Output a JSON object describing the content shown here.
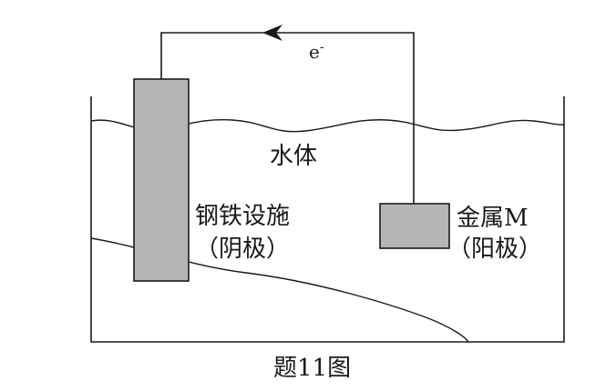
{
  "figure": {
    "electron_label": "e",
    "electron_sup": "-",
    "water_label": "水体",
    "steel_name": "钢铁设施",
    "steel_role": "（阴极）",
    "metal_name": "金属M",
    "metal_role": "（阳极）",
    "caption": "题11图"
  },
  "colors": {
    "line": "#1a1a1a",
    "electrode_fill": "#b5b5b5",
    "background": "#ffffff"
  }
}
